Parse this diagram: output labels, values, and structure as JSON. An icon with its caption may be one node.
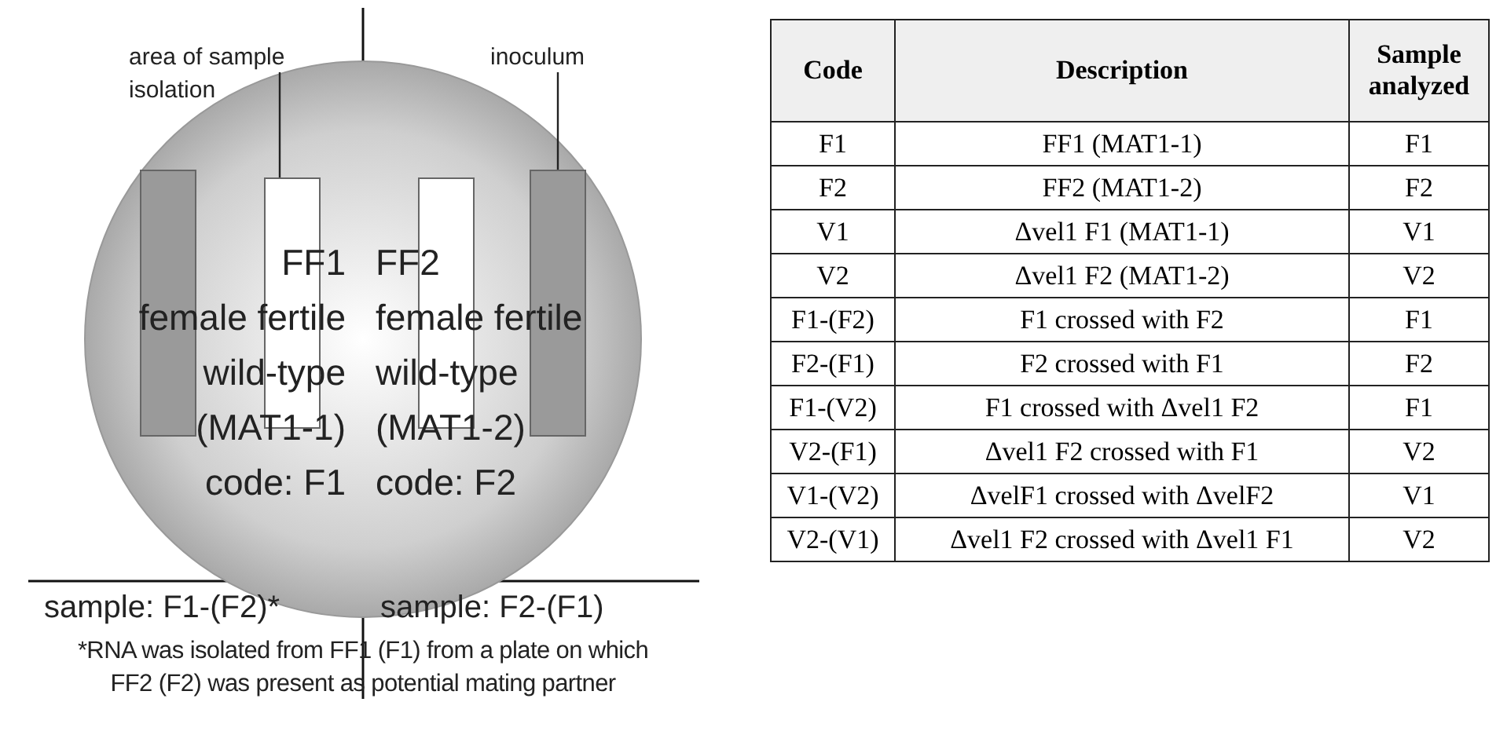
{
  "diagram": {
    "nodes": [
      {
        "text": [
          "area of sample isolation"
        ]
      },
      {
        "text": [
          "inoculum"
        ]
      },
      {
        "text": [
          "FF1 female fertile wild-type (MAT1-1) code: F1",
          "FF2 female fertile wild-type (MAT1-2) code: F2"
        ]
      },
      {
        "text": [],
        "shape": "bar",
        "in": 2
      },
      {
        "text": [],
        "shape": "bar",
        "in": 2
      },
      {
        "text": [],
        "shape": "bar",
        "in": 2
      },
      {
        "text": [],
        "shape": "bar",
        "in": 2
      }
    ],
    "edges": [
      {
        "from": 0,
        "to": 4,
        "arrow": "none"
      },
      {
        "from": 1,
        "to": 6,
        "arrow": "none"
      }
    ],
    "labels": [
      "sample: F1-(F2)*",
      "sample: F2-(F1)",
      "*RNA was isolated from FF1 (F1) from a plate on which FF2 (F2) was present as potential mating partner",
      "Code",
      "Description",
      "Sample analyzed",
      "F1",
      "FF1 (MAT1-1)",
      "F1",
      "F2",
      "FF2 (MAT1-2)",
      "F2",
      "V1",
      "Δvel1 F1 (MAT1-1)",
      "V1",
      "V2",
      "Δvel1 F2 (MAT1-2)",
      "V2",
      "F1-(F2)",
      "F1 crossed with F2",
      "F1",
      "F2-(F1)",
      "F2 crossed with F1",
      "F2",
      "F1-(V2)",
      "F1 crossed with Δvel1 F2",
      "F1",
      "V2-(F1)",
      "Δvel1 F2 crossed with F1",
      "V2",
      "V1-(V2)",
      "ΔvelF1 crossed with ΔvelF2",
      "V1",
      "V2-(V1)",
      "Δvel1 F2 crossed with Δvel1 F1",
      "V2"
    ]
  }
}
